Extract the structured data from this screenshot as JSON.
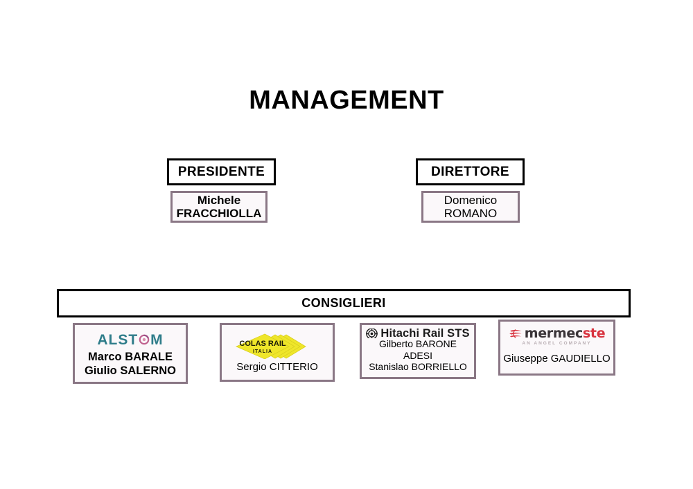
{
  "title": "MANAGEMENT",
  "roles": [
    {
      "role_label": "PRESIDENTE",
      "person_first": "Michele",
      "person_last": "FRACCHIOLLA"
    },
    {
      "role_label": "DIRETTORE",
      "person_first": "Domenico",
      "person_last": "ROMANO"
    }
  ],
  "board": {
    "header": "CONSIGLIERI",
    "members": [
      {
        "company": "ALSTOM",
        "logo_icon": "alstom-logo-icon",
        "logo_text_a": "ALST",
        "logo_text_b": "M",
        "names": [
          "Marco BARALE",
          "Giulio SALERNO"
        ]
      },
      {
        "company": "COLAS RAIL ITALIA",
        "logo_icon": "colas-rail-logo-icon",
        "logo_text_a": "COLAS RAIL",
        "logo_text_b": "ITALIA",
        "names": [
          "Sergio CITTERIO"
        ]
      },
      {
        "company": "Hitachi Rail STS",
        "logo_icon": "hitachi-logo-icon",
        "logo_text_a": "Hitachi Rail STS",
        "logo_text_b": "",
        "names": [
          "Gilberto BARONE ADESI",
          "Stanislao BORRIELLO"
        ]
      },
      {
        "company": "MERMEC STE",
        "logo_icon": "mermec-logo-icon",
        "logo_text_a": "mermec",
        "logo_text_b": "ste",
        "logo_tagline": "AN ANGEL COMPANY",
        "names": [
          "Giuseppe GAUDIELLO"
        ]
      }
    ]
  },
  "colors": {
    "background": "#ffffff",
    "text": "#000000",
    "box_border_black": "#000000",
    "box_border_mauve": "#8a7785",
    "box_fill_mauve": "#fbf8fa",
    "alstom_teal": "#2f7d8a",
    "alstom_pink": "#c0628f",
    "colas_yellow": "#efe62a",
    "hitachi_dark": "#1a1a1a",
    "mermec_red": "#d8333f",
    "mermec_dark": "#3a3438"
  }
}
